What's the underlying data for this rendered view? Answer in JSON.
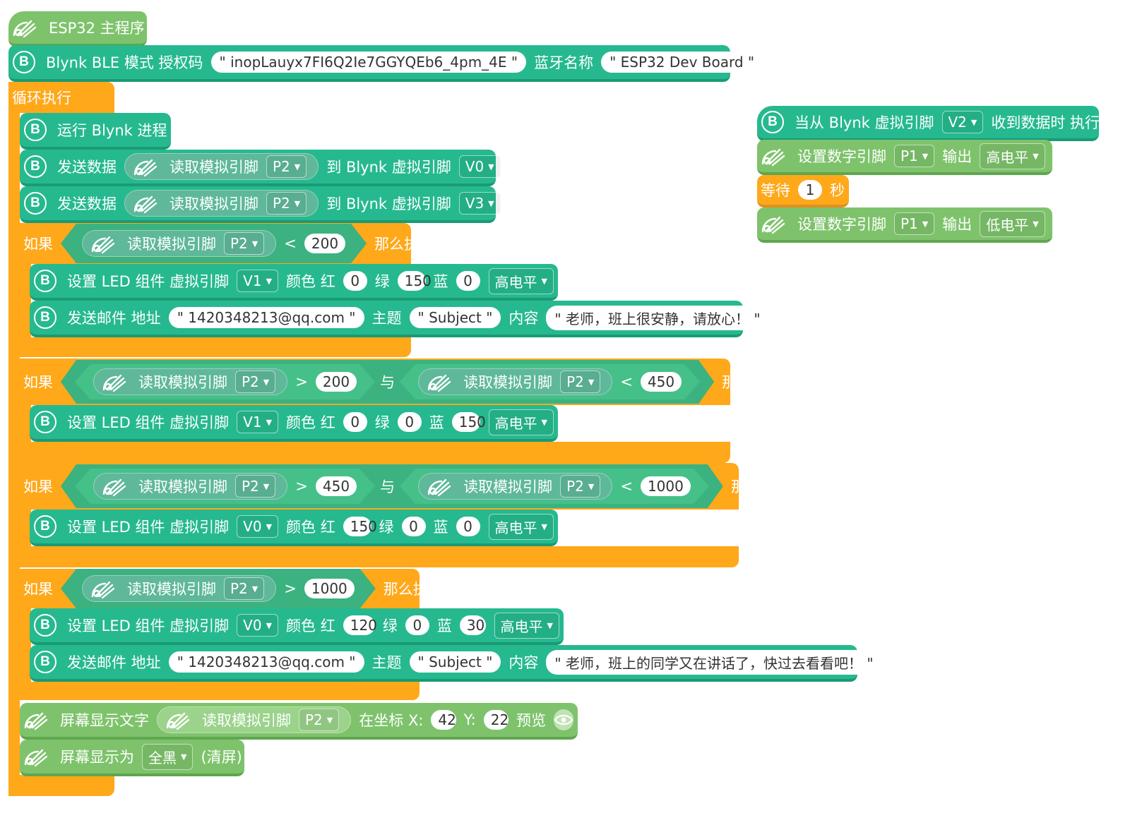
{
  "main": {
    "hat_label": "ESP32 主程序",
    "blynk_ble": {
      "prefix": "Blynk BLE 模式 授权码",
      "auth_code": "\" inopLauyx7FI6Q2Ie7GGYQEb6_4pm_4E \"",
      "name_label": "蓝牙名称",
      "device_name": "\" ESP32 Dev Board \""
    },
    "loop_label": "循环执行",
    "run_blynk": "运行 Blynk 进程",
    "send_data": [
      {
        "label": "发送数据",
        "read": "读取模拟引脚",
        "pin": "P2",
        "to": "到 Blynk 虚拟引脚",
        "vpin": "V0"
      },
      {
        "label": "发送数据",
        "read": "读取模拟引脚",
        "pin": "P2",
        "to": "到 Blynk 虚拟引脚",
        "vpin": "V3"
      }
    ],
    "if_label": "如果",
    "then_label": "那么执行",
    "and_label": "与",
    "read_label": "读取模拟引脚",
    "pin": "P2",
    "if1": {
      "op": "<",
      "value": "200",
      "led": {
        "label": "设置 LED 组件 虚拟引脚",
        "vpin": "V1",
        "color_label": "颜色 红",
        "r": "0",
        "g_label": "绿",
        "g": "150",
        "b_label": "蓝",
        "b": "0",
        "level": "高电平"
      },
      "email": {
        "label": "发送邮件 地址",
        "address": "\" 1420348213@qq.com \"",
        "subject_label": "主题",
        "subject": "\" Subject \"",
        "content_label": "内容",
        "content": "\" 老师，班上很安静，请放心！ \""
      }
    },
    "if2": {
      "op1": ">",
      "v1": "200",
      "op2": "<",
      "v2": "450",
      "led": {
        "label": "设置 LED 组件 虚拟引脚",
        "vpin": "V1",
        "color_label": "颜色 红",
        "r": "0",
        "g_label": "绿",
        "g": "0",
        "b_label": "蓝",
        "b": "150",
        "level": "高电平"
      }
    },
    "if3": {
      "op1": ">",
      "v1": "450",
      "op2": "<",
      "v2": "1000",
      "led": {
        "label": "设置 LED 组件 虚拟引脚",
        "vpin": "V0",
        "color_label": "颜色 红",
        "r": "150",
        "g_label": "绿",
        "g": "0",
        "b_label": "蓝",
        "b": "0",
        "level": "高电平"
      }
    },
    "if4": {
      "op": ">",
      "value": "1000",
      "led": {
        "label": "设置 LED 组件 虚拟引脚",
        "vpin": "V0",
        "color_label": "颜色 红",
        "r": "120",
        "g_label": "绿",
        "g": "0",
        "b_label": "蓝",
        "b": "30",
        "level": "高电平"
      },
      "email": {
        "label": "发送邮件 地址",
        "address": "\" 1420348213@qq.com \"",
        "subject_label": "主题",
        "subject": "\" Subject \"",
        "content_label": "内容",
        "content": "\" 老师，班上的同学又在讲话了，快过去看看吧！ \""
      }
    },
    "screen_text": {
      "label": "屏幕显示文字",
      "read": "读取模拟引脚",
      "pin": "P2",
      "coord_label": "在坐标 X:",
      "x": "42",
      "y_label": "Y:",
      "y": "22",
      "preview_label": "预览"
    },
    "screen_fill": {
      "label": "屏幕显示为",
      "option": "全黑",
      "suffix": "(清屏)"
    }
  },
  "handler": {
    "hat_label_pre": "当从 Blynk 虚拟引脚",
    "vpin": "V2",
    "hat_label_post": "收到数据时 执行",
    "set1": {
      "label": "设置数字引脚",
      "pin": "P1",
      "out_label": "输出",
      "level": "高电平"
    },
    "wait": {
      "label": "等待",
      "value": "1",
      "unit": "秒"
    },
    "set2": {
      "label": "设置数字引脚",
      "pin": "P1",
      "out_label": "输出",
      "level": "低电平"
    }
  },
  "colors": {
    "teal": "#26b98f",
    "light_green": "#7ec36c",
    "orange": "#ffa81a",
    "condition_green": "#3bb27f"
  },
  "icons": {
    "blynk": "blynk-b-icon",
    "hardware": "hardware-hand-icon",
    "preview": "eye-icon"
  }
}
